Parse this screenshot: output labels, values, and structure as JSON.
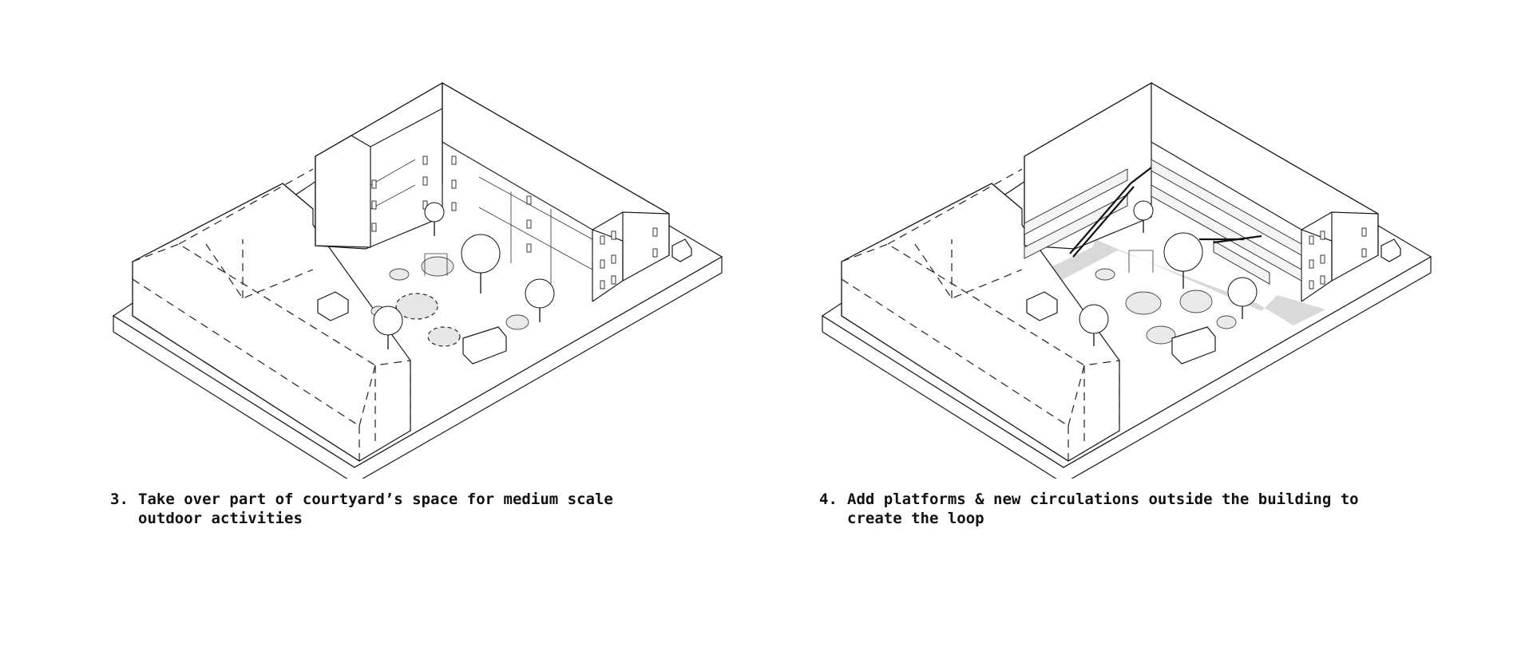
{
  "panels": [
    {
      "number": "3.",
      "caption": "Take over part of courtyard’s space for medium scale\noutdoor activities"
    },
    {
      "number": "4.",
      "caption": "Add platforms & new circulations outside the building to\ncreate the loop"
    }
  ]
}
